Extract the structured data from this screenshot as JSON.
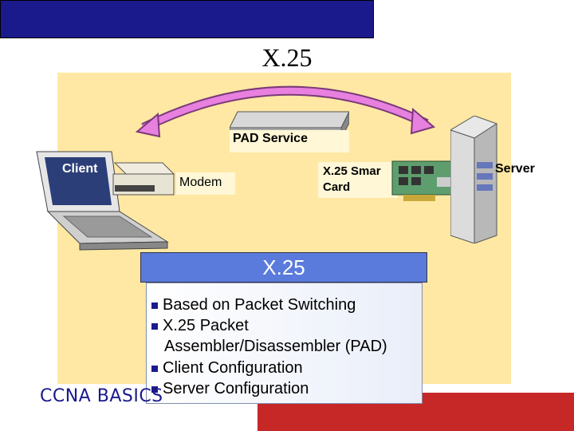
{
  "slide": {
    "title": "X.25",
    "footer": "CCNA BASICS"
  },
  "labels": {
    "client": "Client",
    "pad_service": "PAD Service",
    "modem": "Modem",
    "smart_card": "X.25 Smar",
    "smart_card_line2": "Card",
    "server": "Server"
  },
  "info": {
    "header": "X.25",
    "bullets": [
      "Based on Packet Switching",
      "X.25 Packet",
      "Client Configuration",
      "Server Configuration"
    ],
    "bullet2_continuation": "Assembler/Disassembler (PAD)"
  },
  "colors": {
    "top_bar": "#1a1a8c",
    "panel": "#ffe8a3",
    "accent_red": "#c62828",
    "arrow": "#e880e0"
  }
}
